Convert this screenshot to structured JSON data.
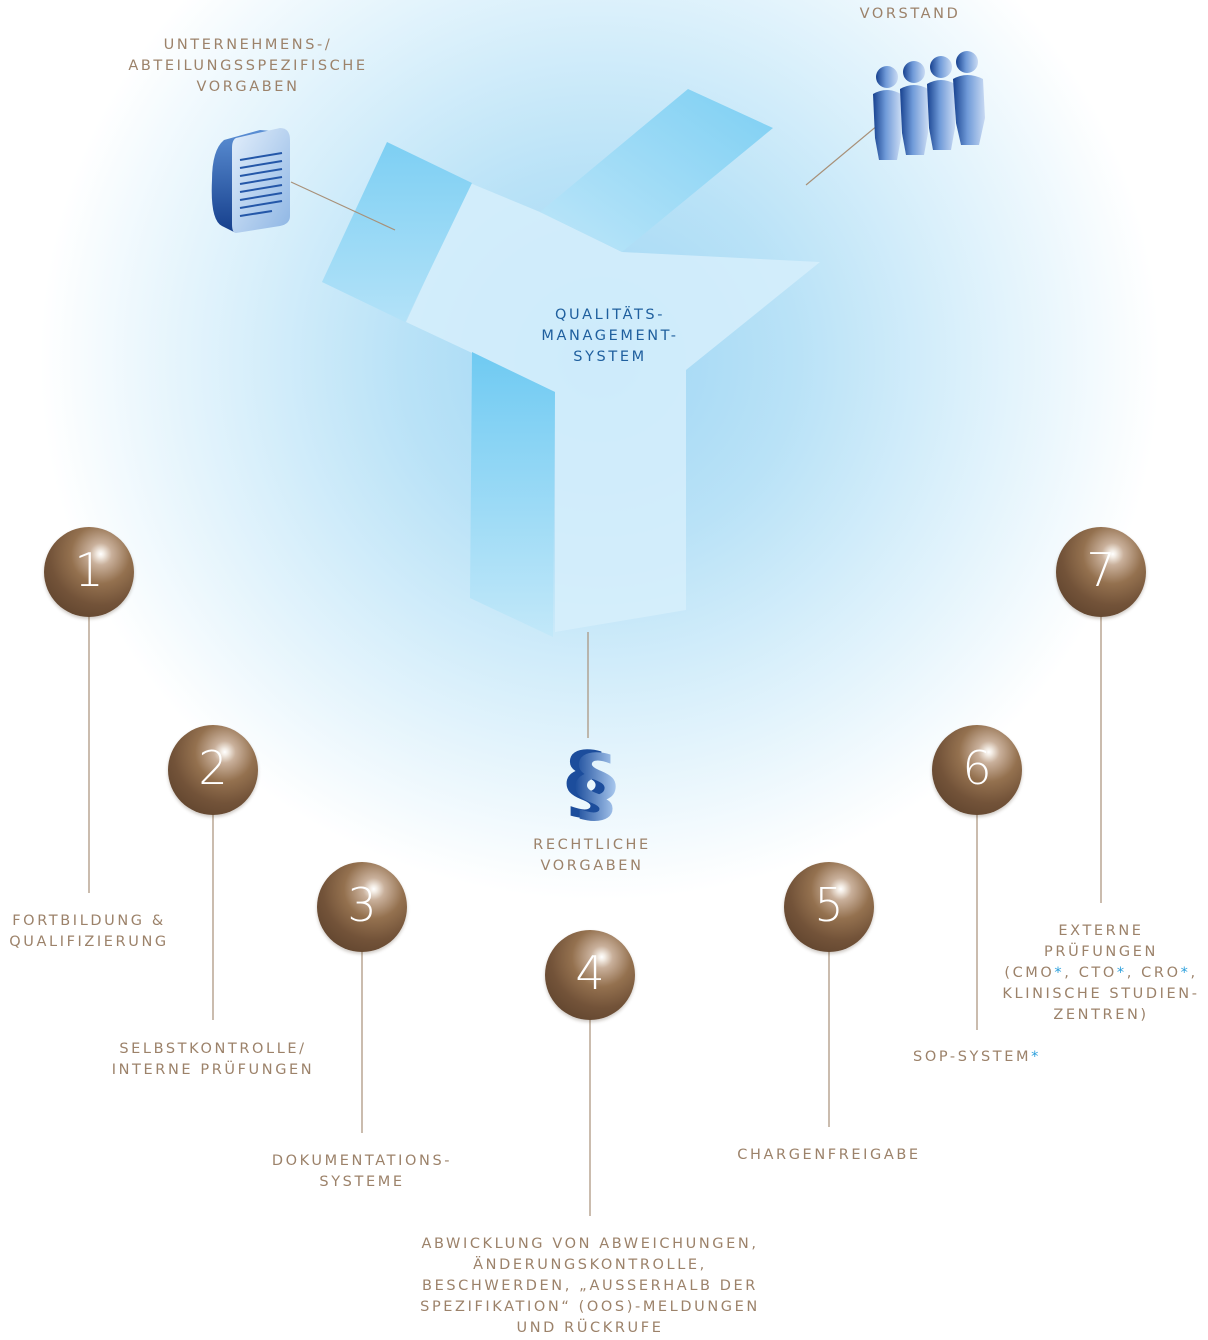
{
  "top_labels": {
    "vorgaben": [
      "UNTERNEHMENS-/",
      "ABTEILUNGSSPEZIFISCHE",
      "VORGABEN"
    ],
    "vorstand": [
      "VORSTAND"
    ],
    "qms": [
      "QUALITÄTS-",
      "MANAGEMENT-",
      "SYSTEM"
    ],
    "recht": [
      "RECHTLICHE",
      "VORGABEN"
    ]
  },
  "numbered_items": [
    {
      "num": "1",
      "lines": [
        "FORTBILDUNG &",
        "QUALIFIZIERUNG"
      ]
    },
    {
      "num": "2",
      "lines": [
        "SELBSTKONTROLLE/",
        "INTERNE PRÜFUNGEN"
      ]
    },
    {
      "num": "3",
      "lines": [
        "DOKUMENTATIONS-",
        "SYSTEME"
      ]
    },
    {
      "num": "4",
      "lines": [
        "ABWICKLUNG VON ABWEICHUNGEN,",
        "ÄNDERUNGSKONTROLLE,",
        "BESCHWERDEN, „AUSSERHALB DER",
        "SPEZIFIKATION“ (OOS)-MELDUNGEN",
        "UND RÜCKRUFE"
      ]
    },
    {
      "num": "5",
      "lines": [
        "CHARGENFREIGABE"
      ]
    },
    {
      "num": "6",
      "lines": [
        "SOP-SYSTEM"
      ]
    },
    {
      "num": "7",
      "lines": [
        "EXTERNE",
        "PRÜFUNGEN",
        "(CMO, CTO, CRO,",
        "KLINISCHE STUDIEN-",
        "ZENTREN)"
      ]
    }
  ],
  "footnote_marks": {
    "sop": "*",
    "cmo": "*",
    "cto": "*",
    "cro": "*"
  },
  "colors": {
    "label_text": "#9c826a",
    "qms_text": "#1f5f9e",
    "asterisk": "#2b9fdc",
    "connector": "#a89078",
    "sphere": "#735339"
  },
  "icons": [
    "document-icon",
    "people-group-icon",
    "paragraph-icon"
  ]
}
